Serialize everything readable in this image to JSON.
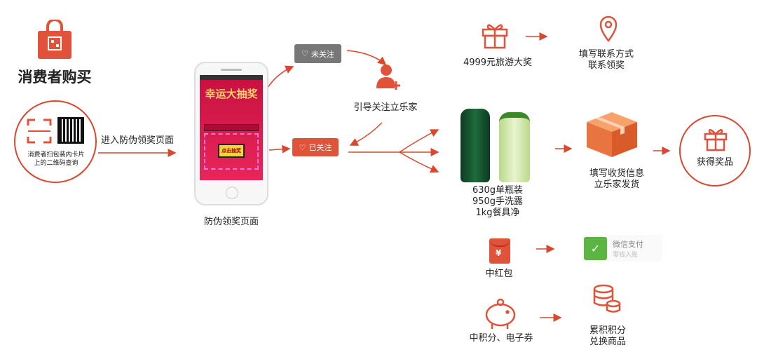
{
  "left": {
    "title": "消费者购买",
    "scan_caption_line1": "消费者扫包装内卡片",
    "scan_caption_line2": "上的二维码查询",
    "enter_label": "进入防伪领奖页面"
  },
  "phone": {
    "screen_title": "幸运大抽奖",
    "draw_button": "点击抽奖",
    "caption": "防伪领奖页面"
  },
  "follow": {
    "not_followed": "未关注",
    "followed": "已关注",
    "guide_label": "引导关注立乐家"
  },
  "prizes": {
    "travel": {
      "label": "4999元旅游大奖",
      "next_line1": "填写联系方式",
      "next_line2": "联系领奖"
    },
    "products": {
      "line1": "630g单瓶装",
      "line2": "950g手洗露",
      "line3": "1kg餐具净",
      "next_line1": "填写收货信息",
      "next_line2": "立乐家发货",
      "final": "获得奖品"
    },
    "red_packet": {
      "label": "中红包",
      "wechat_title": "微信支付",
      "wechat_sub": "零钱入账"
    },
    "points": {
      "label": "中积分、电子券",
      "next_line1": "累积积分",
      "next_line2": "兑换商品"
    }
  },
  "colors": {
    "accent": "#e0533a",
    "gray_badge": "#777777",
    "wechat_green": "#5bb641"
  }
}
